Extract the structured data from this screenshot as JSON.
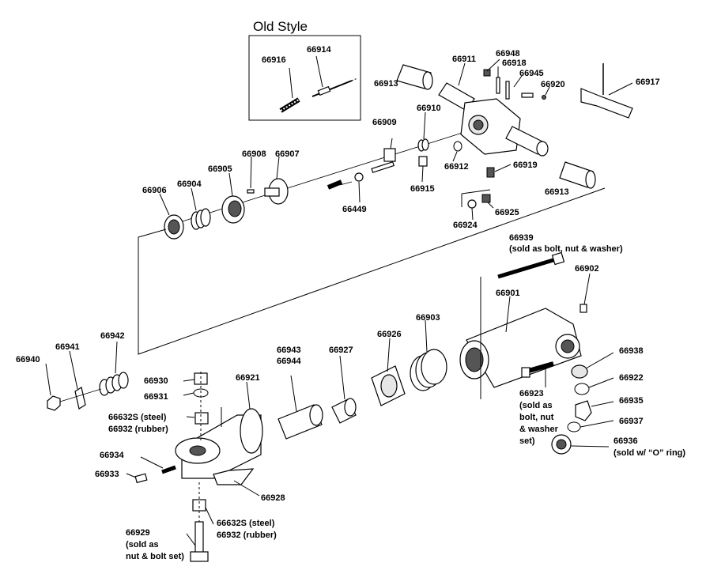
{
  "inset": {
    "title": "Old Style",
    "parts": [
      "66916",
      "66914"
    ]
  },
  "labels": {
    "p66911": "66911",
    "p66948": "66948",
    "p66918": "66918",
    "p66945": "66945",
    "p66920": "66920",
    "p66917": "66917",
    "p66913a": "66913",
    "p66913b": "66913",
    "p66910": "66910",
    "p66909": "66909",
    "p66912": "66912",
    "p66919": "66919",
    "p66915": "66915",
    "p66908": "66908",
    "p66907": "66907",
    "p66905": "66905",
    "p66904": "66904",
    "p66906": "66906",
    "p66449": "66449",
    "p66925": "66925",
    "p66924": "66924",
    "p66939": "66939",
    "p66939_note": "(sold as bolt, nut & washer)",
    "p66902": "66902",
    "p66901": "66901",
    "p66903": "66903",
    "p66926": "66926",
    "p66927": "66927",
    "p66943": "66943",
    "p66944": "66944",
    "p66921": "66921",
    "p66942": "66942",
    "p66941": "66941",
    "p66940": "66940",
    "p66930": "66930",
    "p66931": "66931",
    "p66632S_a": "66632S (steel)",
    "p66932_a": "66932   (rubber)",
    "p66934": "66934",
    "p66933": "66933",
    "p66928": "66928",
    "p66632S_b": "66632S (steel)",
    "p66932_b": "66932   (rubber)",
    "p66929": "66929",
    "p66929_n1": "(sold as",
    "p66929_n2": "nut & bolt set)",
    "p66938": "66938",
    "p66922": "66922",
    "p66923": "66923",
    "p66923_n1": "(sold as",
    "p66923_n2": "bolt, nut",
    "p66923_n3": "& washer",
    "p66923_n4": "set)",
    "p66935": "66935",
    "p66937": "66937",
    "p66936": "66936",
    "p66936_note": "(sold w/ “O” ring)"
  }
}
